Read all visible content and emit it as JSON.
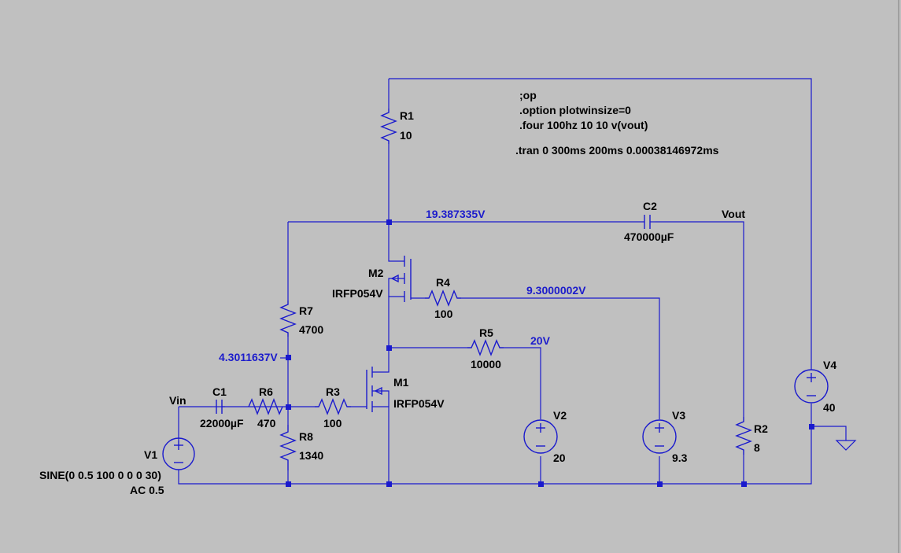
{
  "colors": {
    "background": "#c0c0c0",
    "wire": "#1a1acd",
    "node_voltage_text": "#1c1ccc",
    "label_text": "#000000"
  },
  "directives": {
    "line1": ";op",
    "line2": ".option plotwinsize=0",
    "line3": ".four 100hz 10 10 v(vout)",
    "line4": ".tran 0 300ms 200ms 0.00038146972ms"
  },
  "net_labels": {
    "vin": "Vin",
    "vout": "Vout"
  },
  "node_voltages": {
    "m2_drain": "19.387335V",
    "v3_node": "9.3000002V",
    "v2_node": "20V",
    "bias_node": "4.3011637V"
  },
  "components": {
    "R1": {
      "name": "R1",
      "value": "10"
    },
    "R2": {
      "name": "R2",
      "value": "8"
    },
    "R3": {
      "name": "R3",
      "value": "100"
    },
    "R4": {
      "name": "R4",
      "value": "100"
    },
    "R5": {
      "name": "R5",
      "value": "10000"
    },
    "R6": {
      "name": "R6",
      "value": "470"
    },
    "R7": {
      "name": "R7",
      "value": "4700"
    },
    "R8": {
      "name": "R8",
      "value": "1340"
    },
    "C1": {
      "name": "C1",
      "value": "22000µF"
    },
    "C2": {
      "name": "C2",
      "value": "470000µF"
    },
    "M1": {
      "name": "M1",
      "value": "IRFP054V"
    },
    "M2": {
      "name": "M2",
      "value": "IRFP054V"
    },
    "V1": {
      "name": "V1",
      "value": "SINE(0 0.5 100 0 0 0 30)",
      "ac": "AC 0.5"
    },
    "V2": {
      "name": "V2",
      "value": "20"
    },
    "V3": {
      "name": "V3",
      "value": "9.3"
    },
    "V4": {
      "name": "V4",
      "value": "40"
    }
  }
}
